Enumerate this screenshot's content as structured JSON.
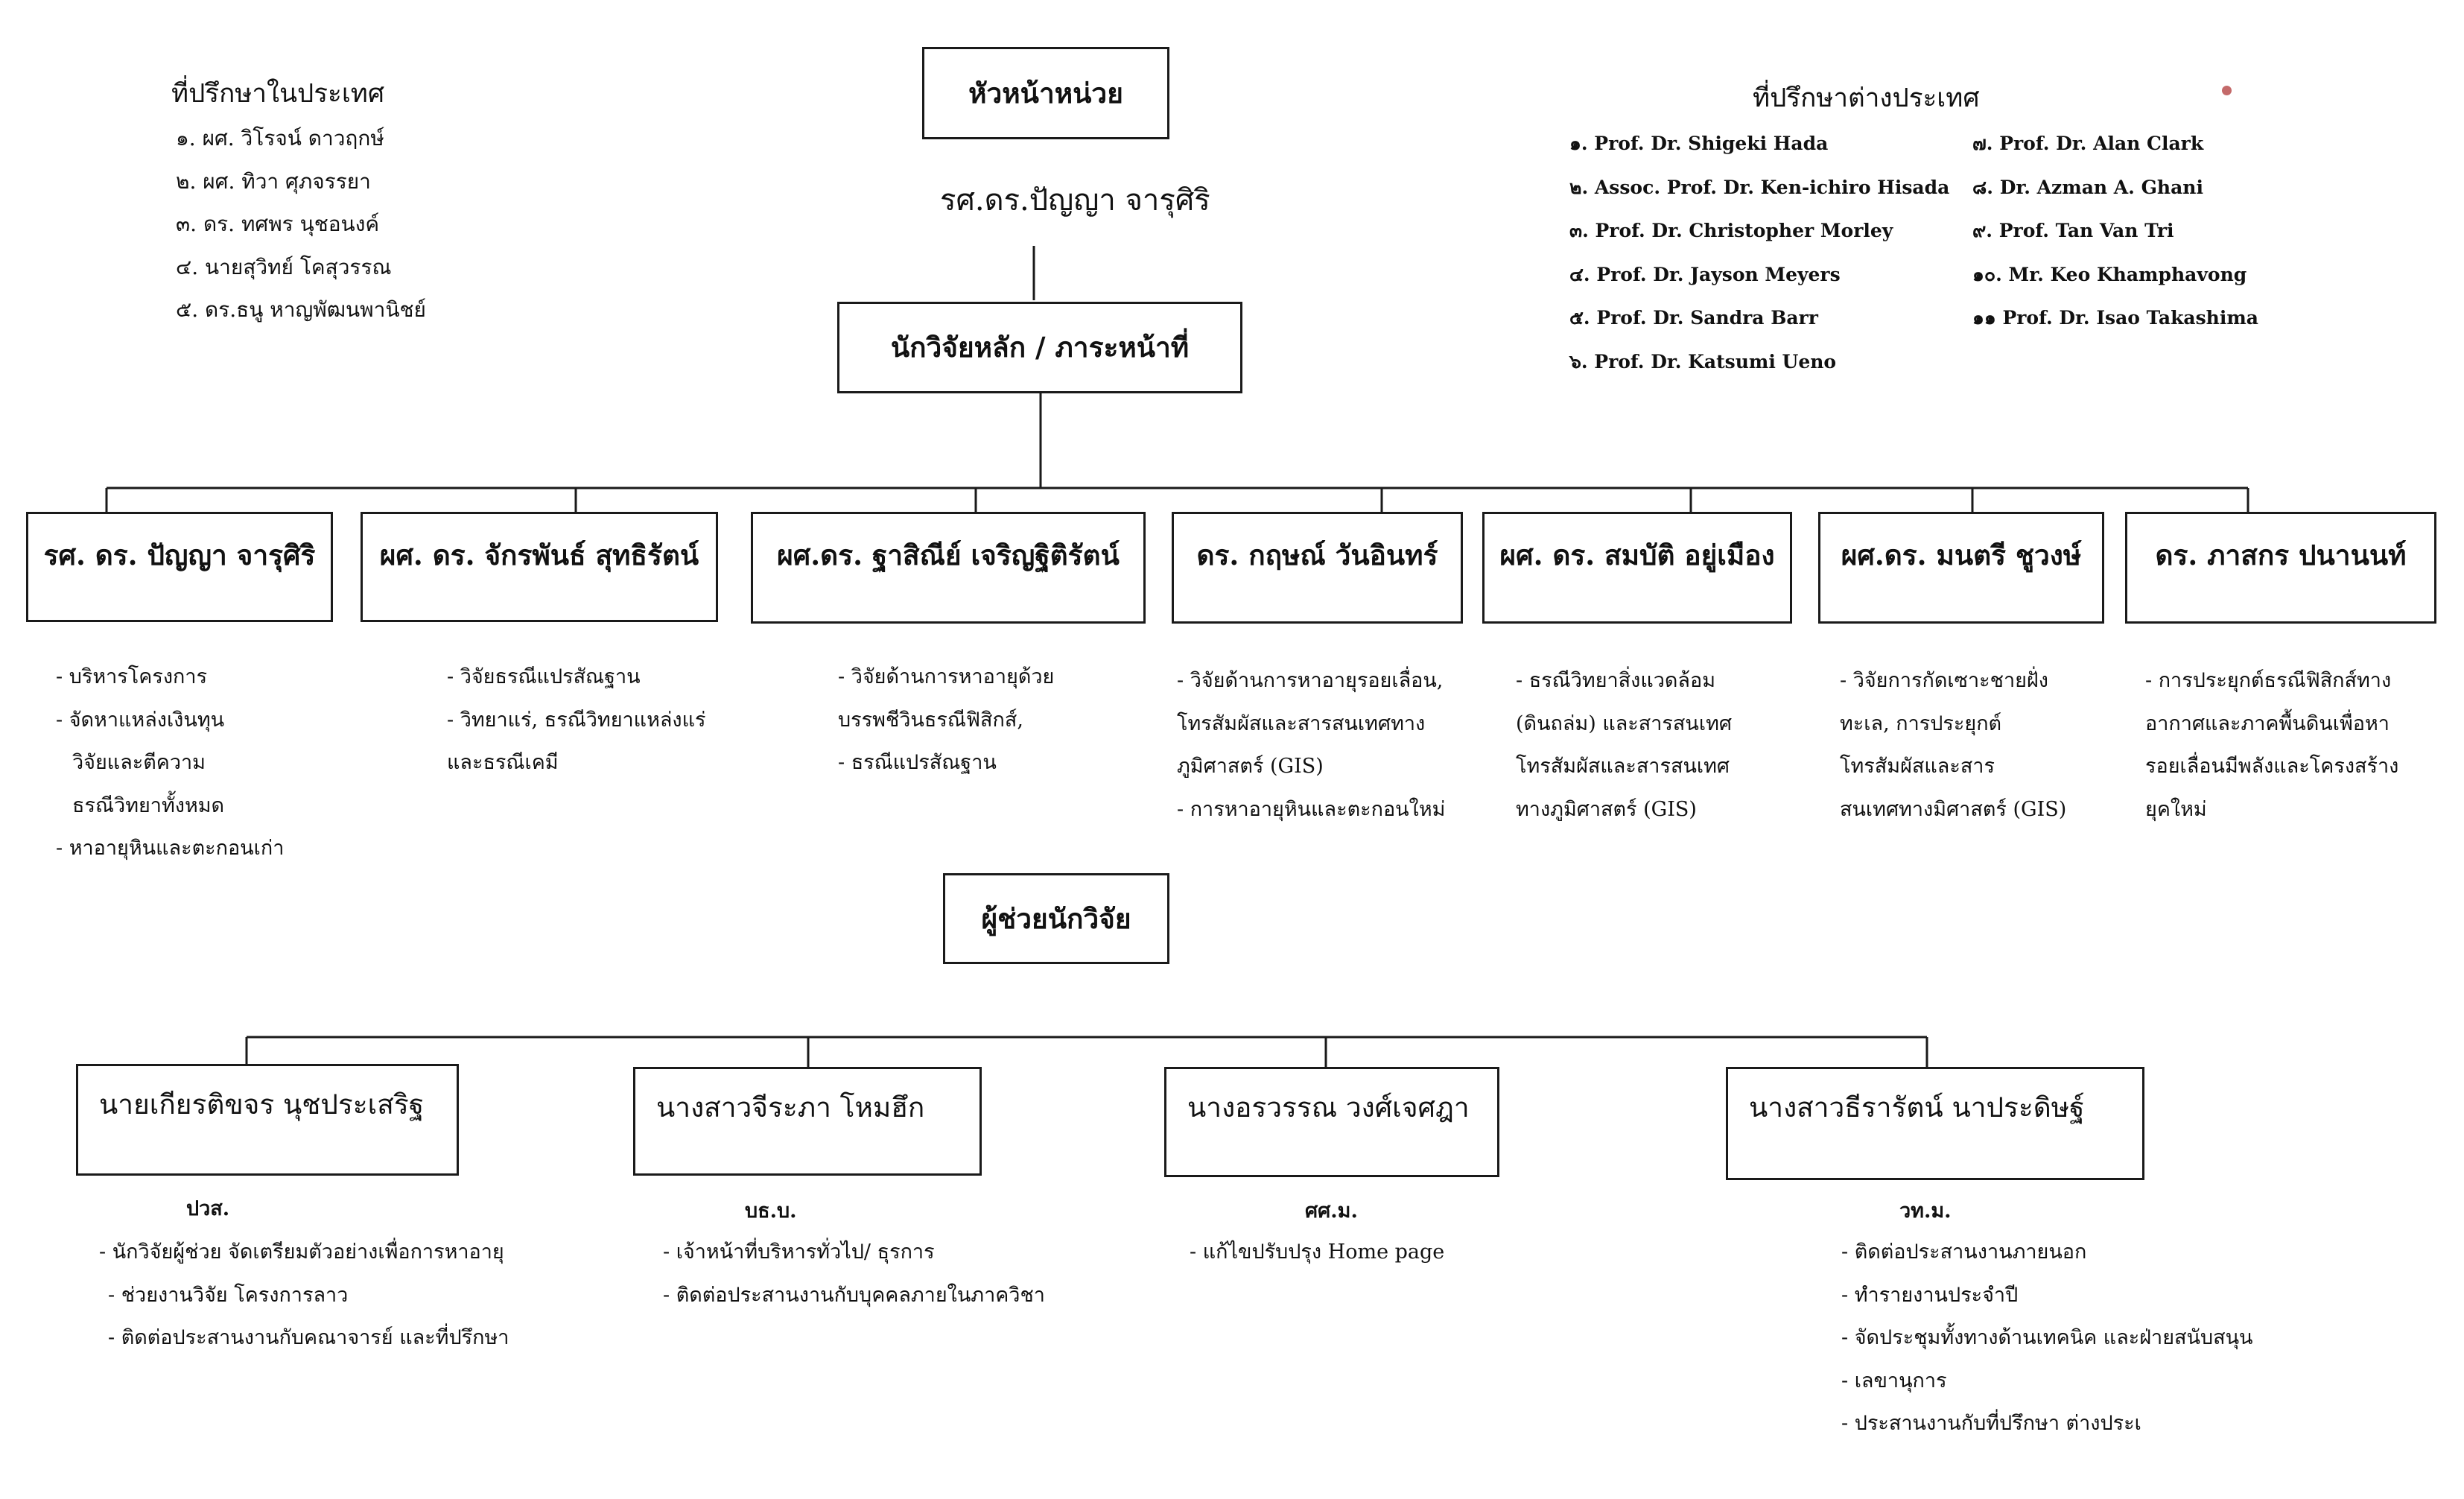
{
  "head_title": "หัวหน้าหน่วย",
  "head_name": "รศ.ดร.ปัญญา  จารุศิริ",
  "main_title": "นักวิจัยหลัก / ภาระหน้าที่",
  "assistant_title": "ผู้ช่วยนักวิจัย",
  "domestic": {
    "title": "ที่ปรึกษาในประเทศ",
    "items": [
      "๑. ผศ. วิโรจน์  ดาวฤกษ์",
      "๒. ผศ. ทิวา  ศุภจรรยา",
      "๓. ดร. ทศพร  นุชอนงค์",
      "๔. นายสุวิทย์  โคสุวรรณ",
      "๕. ดร.ธนู  หาญพัฒนพานิชย์"
    ]
  },
  "foreign": {
    "title": "ที่ปรึกษาต่างประเทศ",
    "col1": [
      "๑. Prof. Dr. Shigeki Hada",
      "๒. Assoc.  Prof. Dr.  Ken-ichiro  Hisada",
      "๓. Prof. Dr. Christopher  Morley",
      "๔. Prof. Dr. Jayson Meyers",
      "๕. Prof. Dr. Sandra Barr",
      "๖. Prof. Dr. Katsumi Ueno"
    ],
    "col2": [
      "๗. Prof. Dr. Alan Clark",
      "๘. Dr. Azman A. Ghani",
      "๙. Prof. Tan Van Tri",
      "๑๐. Mr. Keo Khamphavong",
      "๑๑ Prof. Dr. Isao Takashima"
    ]
  },
  "researchers": [
    {
      "name": "รศ. ดร. ปัญญา  จารุศิริ",
      "duties": [
        "-  บริหารโครงการ",
        "-  จัดหาแหล่งเงินทุน",
        "   วิจัยและตีความ",
        "   ธรณีวิทยาทั้งหมด",
        "-  หาอายุหินและตะกอนเก่า"
      ]
    },
    {
      "name": "ผศ. ดร. จักรพันธ์ สุทธิรัตน์",
      "duties": [
        "-  วิจัยธรณีแปรสัณฐาน",
        "-  วิทยาแร่, ธรณีวิทยาแหล่งแร่",
        "   และธรณีเคมี"
      ]
    },
    {
      "name": "ผศ.ดร. ฐาสิณีย์  เจริญฐิติรัตน์",
      "duties": [
        "-  วิจัยด้านการหาอายุด้วย",
        "   บรรพชีวินธรณีฟิสิกส์,",
        "-  ธรณีแปรสัณฐาน"
      ]
    },
    {
      "name": "ดร. กฤษณ์  วันอินทร์",
      "duties": [
        "-  วิจัยด้านการหาอายุรอยเลื่อน,",
        "   โทรสัมผัสและสารสนเทศทาง",
        "   ภูมิศาสตร์ (GIS)",
        "-  การหาอายุหินและตะกอนใหม่"
      ]
    },
    {
      "name": "ผศ. ดร. สมบัติ  อยู่เมือง",
      "duties": [
        "-  ธรณีวิทยาสิ่งแวดล้อม",
        "   (ดินถล่ม) และสารสนเทศ",
        "   โทรสัมผัสและสารสนเทศ",
        "   ทางภูมิศาสตร์ (GIS)"
      ]
    },
    {
      "name": "ผศ.ดร. มนตรี  ชูวงษ์",
      "duties": [
        "-  วิจัยการกัดเซาะชายฝั่ง",
        "   ทะเล, การประยุกต์",
        "   โทรสัมผัสและสาร",
        "   สนเทศทางมิศาสตร์ (GIS)"
      ]
    },
    {
      "name": "ดร. ภาสกร  ปนานนท์",
      "duties": [
        "-  การประยุกต์ธรณีฟิสิกส์ทาง",
        "   อากาศและภาคพื้นดินเพื่อหา",
        "   รอยเลื่อนมีพลังและโครงสร้าง",
        "   ยุคใหม่"
      ]
    }
  ],
  "assistants": [
    {
      "name": "นายเกียรติขจร นุชประเสริฐ",
      "qual": "ปวส.",
      "duties": [
        "-  นักวิจัยผู้ช่วย  จัดเตรียมตัวอย่างเพื่อการหาอายุ",
        "-  ช่วยงานวิจัย โครงการลาว",
        "-  ติดต่อประสานงานกับคณาจารย์ และที่ปรึกษา"
      ]
    },
    {
      "name": "นางสาวจีระภา โหมฮึก",
      "qual": "บธ.บ.",
      "duties": [
        "-  เจ้าหน้าที่บริหารทั่วไป/ ธุรการ",
        "-  ติดต่อประสานงานกับบุคคลภายในภาควิชา"
      ]
    },
    {
      "name": "นางอรวรรณ วงศ์เจศฎา",
      "qual": "ศศ.ม.",
      "duties": [
        "-  แก้ไขปรับปรุง Home page"
      ]
    },
    {
      "name": "นางสาวธีรารัตน์ นาประดิษฐ์",
      "qual": "วท.ม.",
      "duties": [
        "-  ติดต่อประสานงานภายนอก",
        "-  ทำรายงานประจำปี",
        "-  จัดประชุมทั้งทางด้านเทคนิค และฝ่ายสนับสนุน",
        "-  เลขานุการ",
        "-  ประสานงานกับที่ปรึกษา ต่างประเ"
      ]
    }
  ]
}
